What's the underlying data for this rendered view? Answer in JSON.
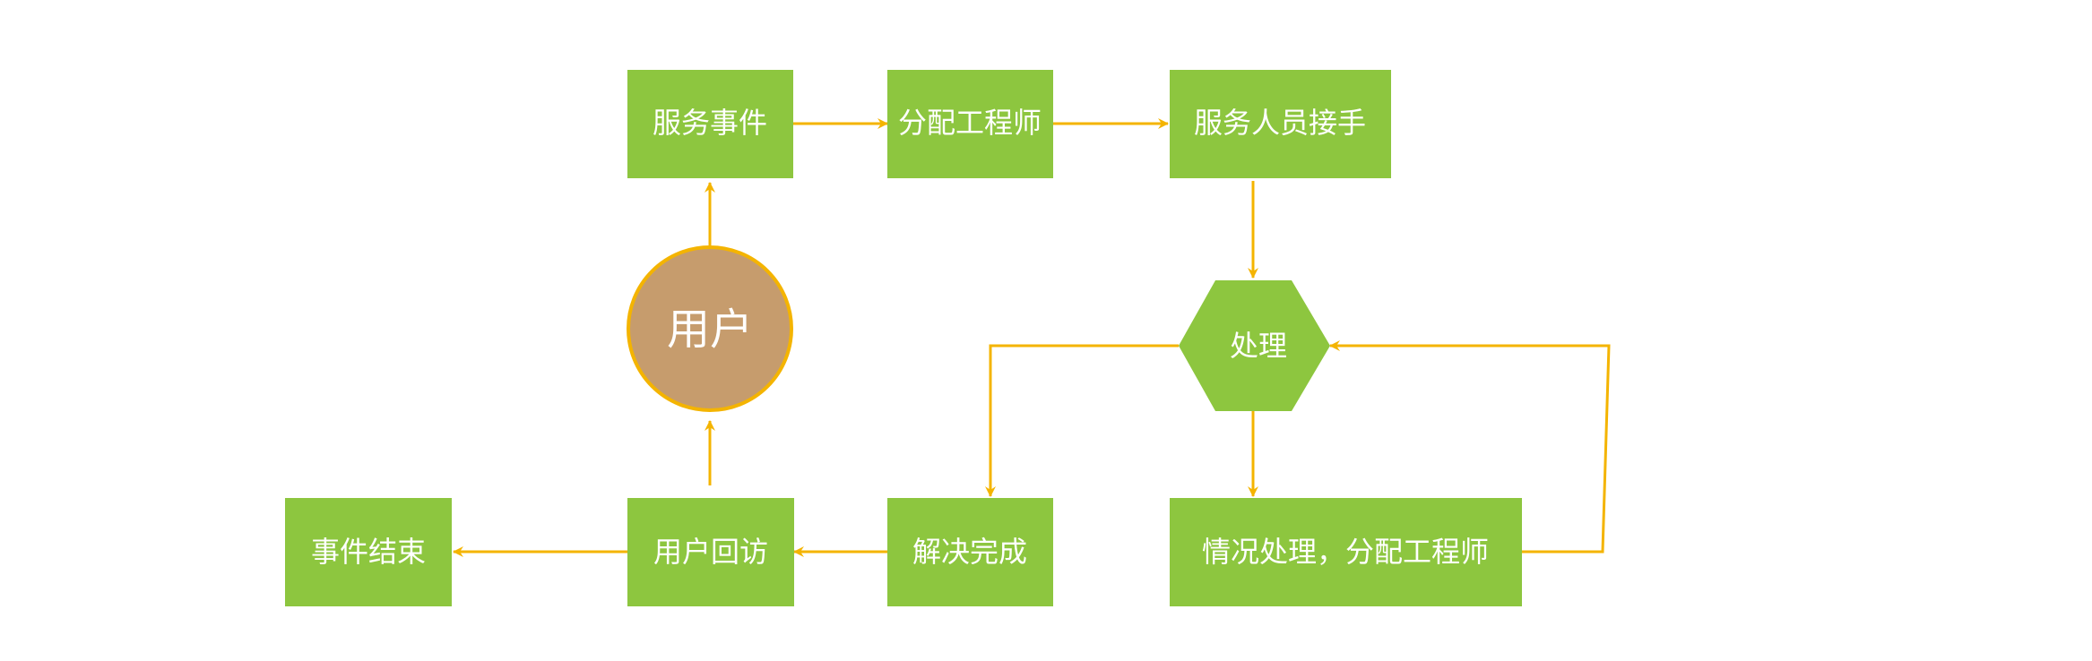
{
  "diagram": {
    "nodes": {
      "user": "用户",
      "service_event": "服务事件",
      "assign_engineer": "分配工程师",
      "staff_takeover": "服务人员接手",
      "process": "处理",
      "situation": "情况处理，分配工程师",
      "resolved": "解决完成",
      "user_callback": "用户回访",
      "event_end": "事件结束"
    }
  }
}
